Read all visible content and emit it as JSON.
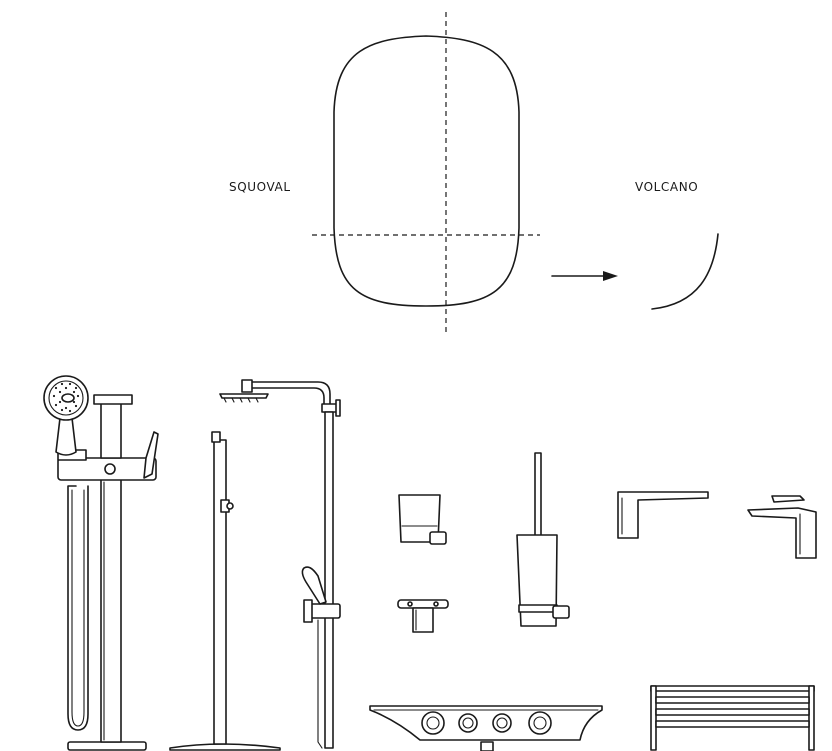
{
  "labels": {
    "squoval": "SQUOVAL",
    "volcano": "VOLCANO"
  },
  "colors": {
    "line": "#1a1a1a",
    "background": "#ffffff"
  },
  "products": [
    "freestanding-bath-mixer",
    "shower-column",
    "tumbler-holder",
    "soap-dish",
    "toilet-brush-holder",
    "basin-spout",
    "basin-mixer",
    "thermostatic-shelf",
    "towel-rack"
  ]
}
